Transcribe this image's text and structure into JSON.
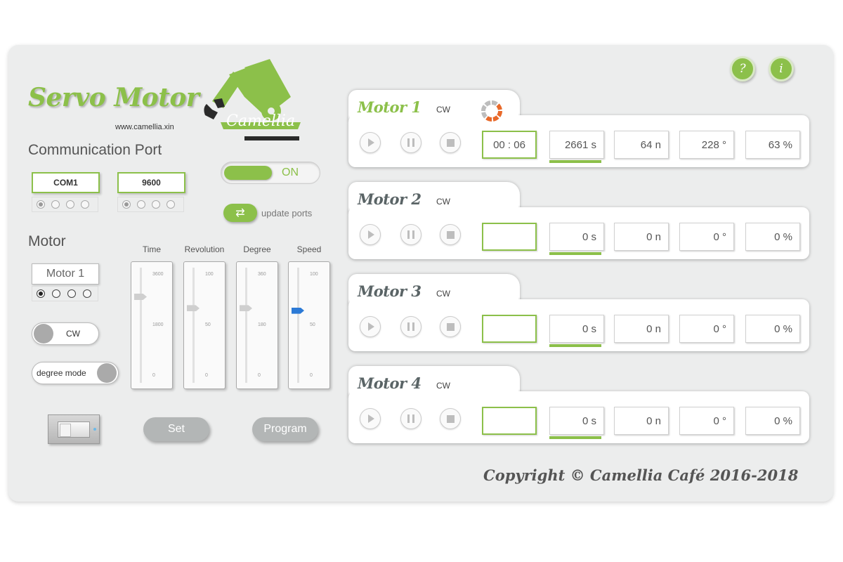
{
  "app": {
    "title": "Servo Motor",
    "url": "www.camellia.xin",
    "logo_text": "Camellia"
  },
  "header_icons": {
    "help_label": "?",
    "info_label": "i"
  },
  "communication": {
    "heading": "Communication Port",
    "port_value": "COM1",
    "baud_value": "9600",
    "power_label": "ON",
    "update_label": "update ports"
  },
  "motor_panel": {
    "heading": "Motor",
    "selected_motor": "Motor 1",
    "direction_label": "CW",
    "mode_label": "degree mode",
    "set_label": "Set",
    "program_label": "Program"
  },
  "sliders": [
    {
      "label": "Time",
      "max": "3600",
      "mid": "1800",
      "min": "0",
      "value_fraction": 0.75
    },
    {
      "label": "Revolution",
      "max": "100",
      "mid": "50",
      "min": "0",
      "value_fraction": 0.65
    },
    {
      "label": "Degree",
      "max": "360",
      "mid": "180",
      "min": "0",
      "value_fraction": 0.65
    },
    {
      "label": "Speed",
      "max": "100",
      "mid": "50",
      "min": "0",
      "value_fraction": 0.63
    }
  ],
  "motors": [
    {
      "name": "Motor 1",
      "dir": "CW",
      "time": "00 : 06",
      "seconds": "2661 s",
      "revs": "64 n",
      "degrees": "228 °",
      "percent": "63 %"
    },
    {
      "name": "Motor 2",
      "dir": "CW",
      "time": "",
      "seconds": "0 s",
      "revs": "0 n",
      "degrees": "0 °",
      "percent": "0 %"
    },
    {
      "name": "Motor 3",
      "dir": "CW",
      "time": "",
      "seconds": "0 s",
      "revs": "0 n",
      "degrees": "0 °",
      "percent": "0 %"
    },
    {
      "name": "Motor 4",
      "dir": "CW",
      "time": "",
      "seconds": "0 s",
      "revs": "0 n",
      "degrees": "0 °",
      "percent": "0 %"
    }
  ],
  "footer": {
    "copyright": "Copyright © Camellia Café 2016-2018"
  },
  "colors": {
    "accent": "#8cc04a",
    "motor_name_active": "#8cc04a",
    "motor_name_inactive": "#5a6466",
    "spinner_orange": "#e8692a",
    "speed_thumb": "#2c7ad6"
  }
}
